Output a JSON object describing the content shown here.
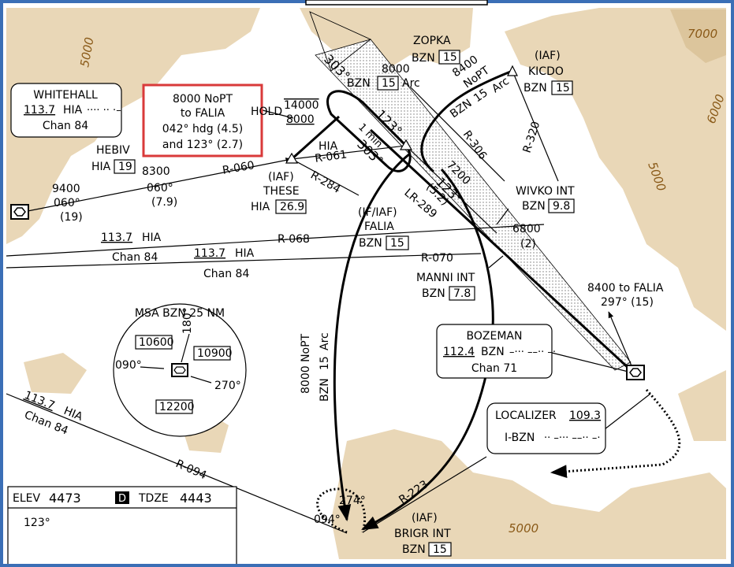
{
  "colors": {
    "terrain": "#e9d7b7",
    "frame": "#3b6fb6",
    "highlight": "#d93a3a",
    "elevation_text": "#8a5a18"
  },
  "terrain_labels": [
    "5000",
    "7000",
    "6000",
    "5000",
    "5000"
  ],
  "highlight_box": {
    "lines": [
      "8000 NoPT",
      "to FALIA",
      "042° hdg (4.5)",
      "and 123° (2.7)"
    ]
  },
  "whitehall": {
    "name": "WHITEHALL",
    "freq": "113.7",
    "ident": "HIA",
    "chan": "Chan 84",
    "morse": "···· ·· ·–"
  },
  "zopka": {
    "name": "ZOPKA",
    "ident": "BZN",
    "dme": "15"
  },
  "kicdo": {
    "role": "(IAF)",
    "name": "KICDO",
    "ident": "BZN",
    "dme": "15"
  },
  "these": {
    "role": "(IAF)",
    "name": "THESE",
    "ident": "HIA",
    "dme": "26.9"
  },
  "hebiv": {
    "name": "HEBIV",
    "ident": "HIA",
    "dme": "19"
  },
  "falia": {
    "role": "(IF/IAF)",
    "name": "FALIA",
    "ident": "BZN",
    "dme": "15"
  },
  "wivko": {
    "name": "WIVKO INT",
    "ident": "BZN",
    "dme": "9.8"
  },
  "manni": {
    "name": "MANNI INT",
    "ident": "BZN",
    "dme": "7.8"
  },
  "brigr": {
    "role": "(IAF)",
    "name": "BRIGR INT",
    "ident": "BZN",
    "dme": "15"
  },
  "bozeman": {
    "name": "BOZEMAN",
    "freq": "112.4",
    "ident": "BZN",
    "chan": "Chan 71",
    "morse": "–··· ––·· –·"
  },
  "localizer": {
    "name": "LOCALIZER",
    "freq": "109.3",
    "ident": "I-BZN",
    "morse": "·· –··· ––·· –·"
  },
  "hold": {
    "label": "HOLD",
    "alt_max": "14000",
    "alt_min": "8000",
    "course_out": "303°",
    "course_in": "123°",
    "leg": "1 min"
  },
  "routes": {
    "r060": "R-060",
    "r061": "R-061",
    "r284": "R-284",
    "r068": "R-068",
    "r070": "R-070",
    "r094": "R-094",
    "r223": "R-223",
    "r306": "R-306",
    "r320": "R-320",
    "lr289": "LR-289",
    "hia_from_wh": "HIA",
    "seg_9400": "9400",
    "seg_9400_crs": "060°",
    "seg_9400_dist": "(19)",
    "seg_8300": "8300",
    "seg_8300_crs": "060°",
    "seg_8300_dist": "(7.9)",
    "hia_113_1": "113.7",
    "hia_113_1_id": "HIA",
    "hia_chan_1": "Chan 84",
    "hia_113_2": "113.7",
    "hia_113_2_id": "HIA",
    "hia_chan_2": "Chan 84",
    "hia_113_3": "113.7",
    "hia_113_3_id": "HIA",
    "hia_chan_3": "Chan 84",
    "arc_8000_top": "8000",
    "arc_8000_top_id": "BZN",
    "arc_8000_top_dme": "15",
    "arc_8000_top_arc": "Arc",
    "arc_8400": "8400",
    "arc_8400_nopt": "NoPT",
    "arc_8400_id": "BZN",
    "arc_8400_dme": "15",
    "arc_8400_arc": "Arc",
    "arc_left": "8000 NoPT",
    "arc_left_id": "BZN",
    "arc_left_dme": "15",
    "arc_left_arc": "Arc",
    "final_crs": "123°",
    "final_dist": "(5.2)",
    "alt_7200": "7200",
    "alt_6800": "6800",
    "alt_6800_dist": "(2)",
    "to_falia": "8400 to FALIA",
    "to_falia_crs": "297° (15)",
    "brg_274": "274°",
    "brg_094": "094°",
    "top_303": "303°"
  },
  "msa": {
    "title": "MSA BZN 25 NM",
    "sectors": [
      "10600",
      "10900",
      "12200"
    ],
    "bearings": [
      "180°",
      "090°",
      "270°"
    ]
  },
  "airport": {
    "elev_label": "ELEV",
    "elev": "4473",
    "d_badge": "D",
    "tdze_label": "TDZE",
    "tdze": "4443",
    "runway_crs": "123°"
  }
}
